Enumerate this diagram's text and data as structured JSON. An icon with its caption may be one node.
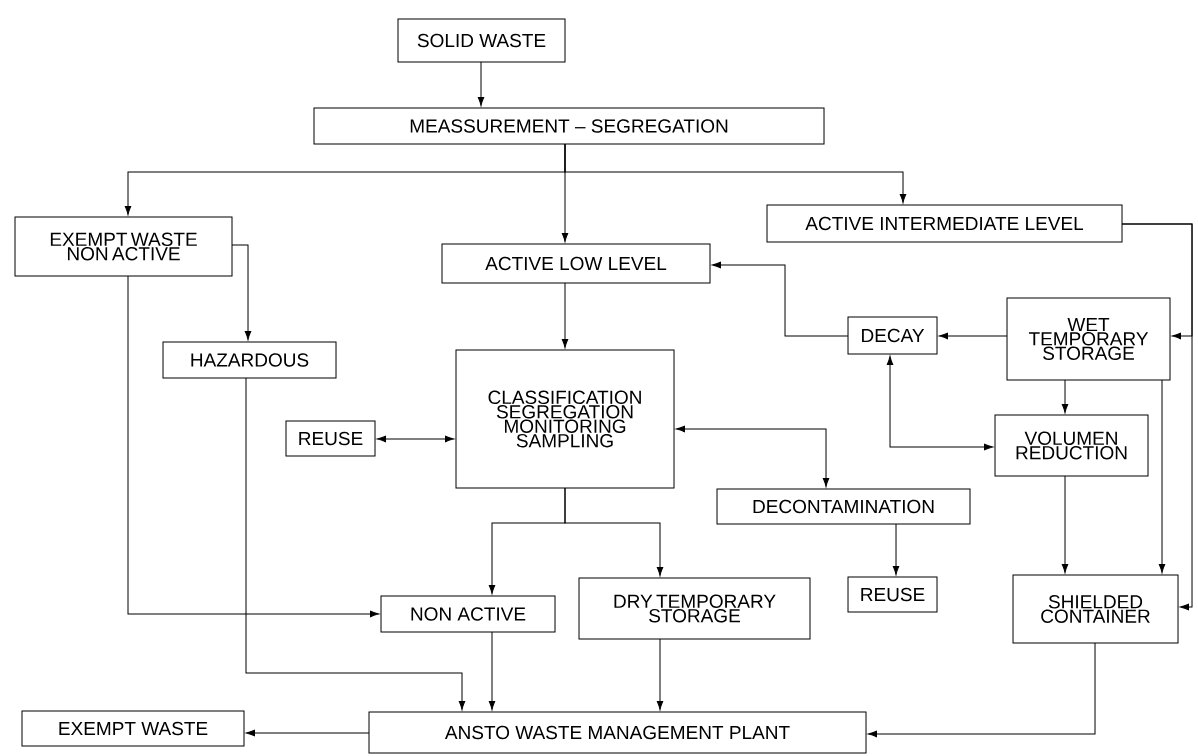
{
  "diagram": {
    "nodes": [
      {
        "text": [
          "SOLID WASTE"
        ]
      },
      {
        "text": [
          "MEASSUREMENT – SEGREGATION"
        ]
      },
      {
        "text": [
          "EXEMPT WASTE NON ACTIVE"
        ]
      },
      {
        "text": [
          "ACTIVE INTERMEDIATE LEVEL"
        ]
      },
      {
        "text": [
          "ACTIVE LOW LEVEL"
        ]
      },
      {
        "text": [
          "HAZARDOUS"
        ]
      },
      {
        "text": [
          "DECAY"
        ]
      },
      {
        "text": [
          "WET TEMPORARY STORAGE"
        ]
      },
      {
        "text": [
          "REUSE"
        ]
      },
      {
        "text": [
          "CLASSIFICATION SEGREGATION MONITORING SAMPLING"
        ]
      },
      {
        "text": [
          "VOLUMEN REDUCTION"
        ]
      },
      {
        "text": [
          "DECONTAMINATION"
        ]
      },
      {
        "text": [
          "NON ACTIVE"
        ]
      },
      {
        "text": [
          "DRY TEMPORARY STORAGE"
        ]
      },
      {
        "text": [
          "REUSE"
        ]
      },
      {
        "text": [
          "SHIELDED CONTAINER"
        ]
      },
      {
        "text": [
          "EXEMPT WASTE"
        ]
      },
      {
        "text": [
          "ANSTO WASTE MANAGEMENT PLANT"
        ]
      }
    ],
    "edges": [
      {
        "from": 0,
        "to": 1,
        "arrow": "to"
      },
      {
        "from": 1,
        "to": 2,
        "arrow": "to"
      },
      {
        "from": 1,
        "to": 4,
        "arrow": "to"
      },
      {
        "from": 1,
        "to": 3,
        "arrow": "to"
      },
      {
        "from": 2,
        "to": 5,
        "arrow": "to"
      },
      {
        "from": 2,
        "to": 12,
        "arrow": "to"
      },
      {
        "from": 3,
        "to": 7,
        "arrow": "to"
      },
      {
        "from": 3,
        "to": 15,
        "arrow": "to"
      },
      {
        "from": 4,
        "to": 9,
        "arrow": "to"
      },
      {
        "from": 6,
        "to": 4,
        "arrow": "to"
      },
      {
        "from": 7,
        "to": 6,
        "arrow": "to"
      },
      {
        "from": 6,
        "to": 10,
        "arrow": "both"
      },
      {
        "from": 8,
        "to": 9,
        "arrow": "both"
      },
      {
        "from": 9,
        "to": 11,
        "arrow": "both"
      },
      {
        "from": 9,
        "to": 12,
        "arrow": "to"
      },
      {
        "from": 9,
        "to": 13,
        "arrow": "to"
      },
      {
        "from": 7,
        "to": 10,
        "arrow": "to"
      },
      {
        "from": 7,
        "to": 15,
        "arrow": "to"
      },
      {
        "from": 10,
        "to": 15,
        "arrow": "to"
      },
      {
        "from": 11,
        "to": 14,
        "arrow": "to"
      },
      {
        "from": 5,
        "to": 17,
        "arrow": "to"
      },
      {
        "from": 12,
        "to": 17,
        "arrow": "to"
      },
      {
        "from": 13,
        "to": 17,
        "arrow": "to"
      },
      {
        "from": 17,
        "to": 16,
        "arrow": "to"
      },
      {
        "from": 15,
        "to": 17,
        "arrow": "to"
      }
    ]
  }
}
